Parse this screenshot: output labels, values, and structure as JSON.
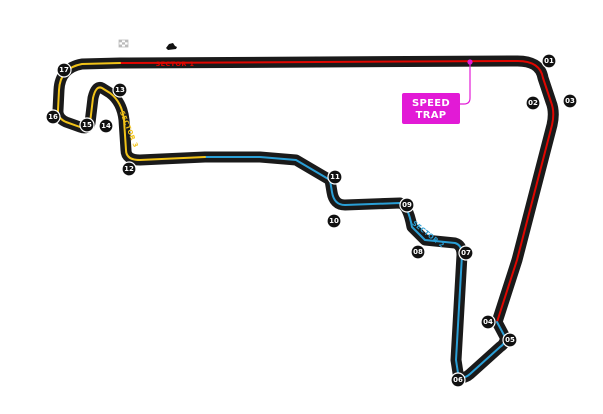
{
  "map": {
    "sectors": {
      "sector1": {
        "label": "SECTOR 1",
        "color": "#e10600"
      },
      "sector2": {
        "label": "SECTOR 2",
        "color": "#2a9fd6"
      },
      "sector3": {
        "label": "SECTOR 3",
        "color": "#f2c318"
      }
    },
    "turns": [
      {
        "id": "t01",
        "label": "01"
      },
      {
        "id": "t02",
        "label": "02"
      },
      {
        "id": "t03",
        "label": "03"
      },
      {
        "id": "t04",
        "label": "04"
      },
      {
        "id": "t05",
        "label": "05"
      },
      {
        "id": "t06",
        "label": "06"
      },
      {
        "id": "t07",
        "label": "07"
      },
      {
        "id": "t08",
        "label": "08"
      },
      {
        "id": "t09",
        "label": "09"
      },
      {
        "id": "t10",
        "label": "10"
      },
      {
        "id": "t11",
        "label": "11"
      },
      {
        "id": "t12",
        "label": "12"
      },
      {
        "id": "t13",
        "label": "13"
      },
      {
        "id": "t14",
        "label": "14"
      },
      {
        "id": "t15",
        "label": "15"
      },
      {
        "id": "t16",
        "label": "16"
      },
      {
        "id": "t17",
        "label": "17"
      }
    ],
    "speed_trap": {
      "line1": "SPEED",
      "line2": "TRAP",
      "color": "#e21ad6"
    },
    "icons": {
      "flag": "chequered-flag-icon",
      "car": "car-silhouette-icon"
    },
    "track_color": "#1a1a1a"
  }
}
